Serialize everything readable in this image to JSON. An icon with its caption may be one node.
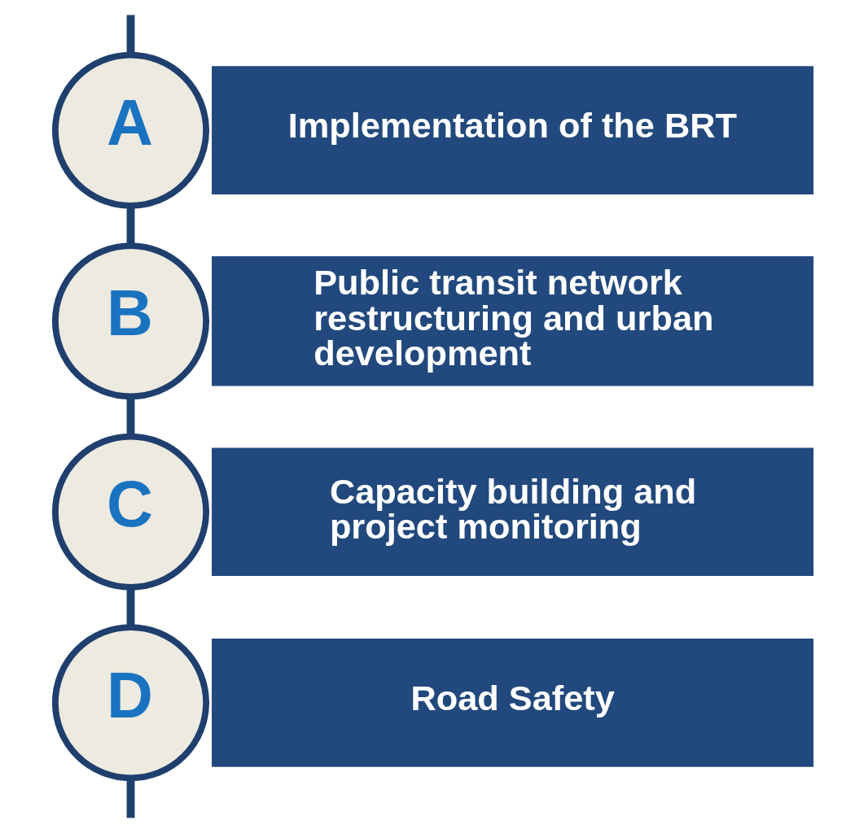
{
  "diagram": {
    "nodes": [
      {
        "text": [
          "A"
        ]
      },
      {
        "text": [
          "Implementation of the BRT"
        ]
      },
      {
        "text": [
          "B"
        ]
      },
      {
        "text": [
          "Public transit network restructuring and urban development"
        ]
      },
      {
        "text": [
          "C"
        ]
      },
      {
        "text": [
          "Capacity building and project monitoring"
        ]
      },
      {
        "text": [
          "D"
        ]
      },
      {
        "text": [
          "Road Safety"
        ]
      }
    ],
    "edges": [
      {
        "from": null,
        "to": 0,
        "arrow": "none"
      },
      {
        "from": 0,
        "to": 2,
        "arrow": "none"
      },
      {
        "from": 2,
        "to": 4,
        "arrow": "none"
      },
      {
        "from": 4,
        "to": 6,
        "arrow": "none"
      },
      {
        "from": 6,
        "to": null,
        "arrow": "none"
      }
    ]
  }
}
